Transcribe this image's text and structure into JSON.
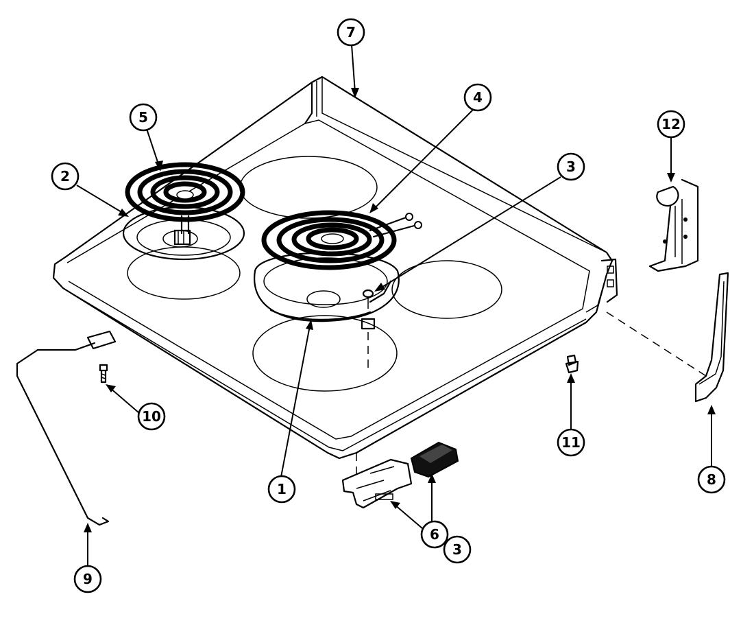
{
  "callouts": {
    "c1": "1",
    "c2": "2",
    "c3a": "3",
    "c3b": "3",
    "c4": "4",
    "c5": "5",
    "c6": "6",
    "c7": "7",
    "c8": "8",
    "c9": "9",
    "c10": "10",
    "c11": "11",
    "c12": "12"
  }
}
